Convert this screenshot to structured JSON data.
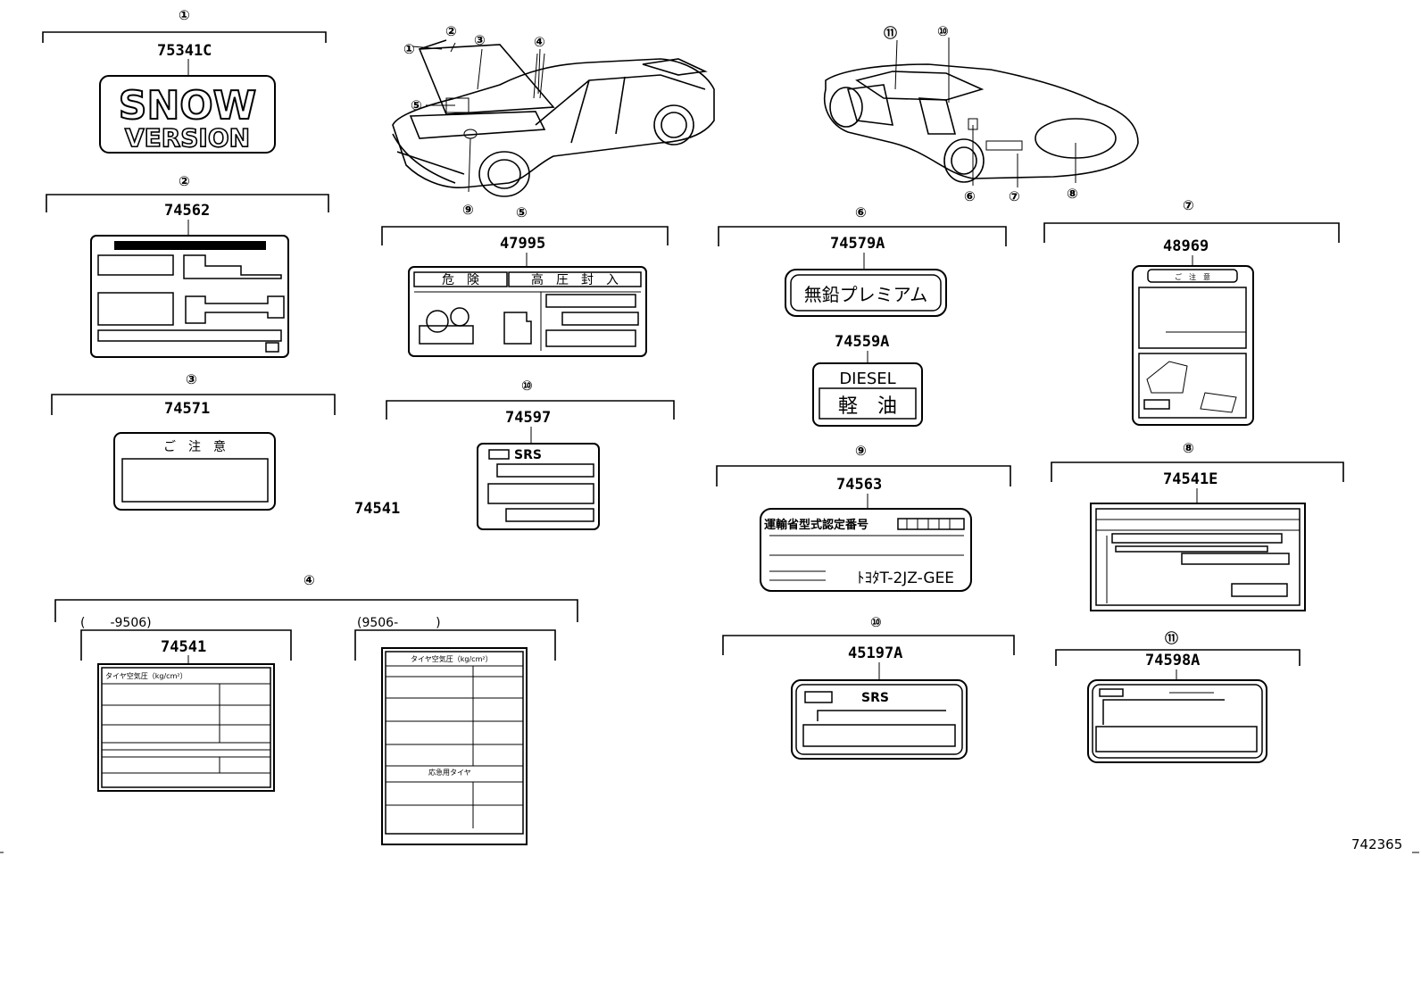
{
  "figure_id": "742365",
  "callouts": {
    "c1": "①",
    "c2": "②",
    "c3": "③",
    "c4": "④",
    "c5": "⑤",
    "c6": "⑥",
    "c7": "⑦",
    "c8": "⑧",
    "c9": "⑨",
    "c10": "⑩",
    "c11": "⑪"
  },
  "parts": {
    "p1": "75341C",
    "p2": "74562",
    "p3": "74571",
    "p4": "74541",
    "p4_note": "74541",
    "p5": "47995",
    "p6a": "74579A",
    "p6b": "74559A",
    "p7": "48969",
    "p8": "74541E",
    "p9": "74563",
    "p10a": "74597",
    "p10b": "45197A",
    "p11": "74598A"
  },
  "labels": {
    "snow": "SNOW",
    "version": "VERSION",
    "kiken": "危　険",
    "kouatsu": "高　圧　封　入",
    "muen": "無鉛プレミアム",
    "diesel": "DIESEL",
    "keiyu": "軽　油",
    "chui": "ご　注　意",
    "srs": "SRS",
    "unyu": "運輸省型式認定番号",
    "engine": "ﾄﾖﾀT-2JZ-GEE",
    "tire_pressure": "タイヤ空気圧（kg/cm²）",
    "spare_tire": "応急用タイヤ",
    "range_before": "(　　-9506)",
    "range_after": "(9506-　　　)"
  }
}
